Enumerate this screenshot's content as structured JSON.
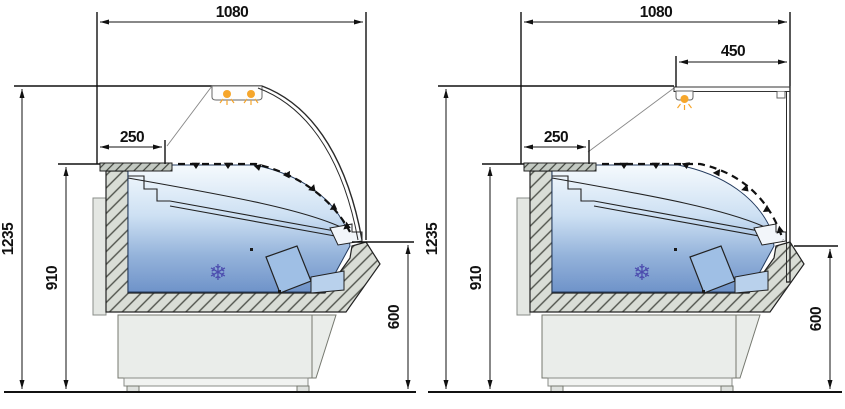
{
  "title": "Refrigerated serve-over display counter cross-sections",
  "colors": {
    "line": "#111111",
    "interior_gradient_top": "#f5fafd",
    "interior_gradient_bottom": "#6f93c9",
    "lamp_orange": "#f6a62b",
    "snowflake_blue": "#4c4cae",
    "insulation_gray": "#d9ddd6",
    "cabinet_gray": "#eaedea"
  },
  "icons": {
    "snowflake": "❄"
  },
  "diagrams": [
    {
      "name": "curved-glass-model",
      "glass_front": "curved",
      "dimensions": {
        "overall_width": "1080",
        "rear_service_depth": "250",
        "overall_height": "1235",
        "counter_height": "910",
        "front_glass_base_height": "600"
      }
    },
    {
      "name": "straight-glass-model",
      "glass_front": "straight",
      "dimensions": {
        "overall_width": "1080",
        "canopy_depth": "450",
        "rear_service_depth": "250",
        "overall_height": "1235",
        "counter_height": "910",
        "front_glass_base_height": "600"
      }
    }
  ]
}
